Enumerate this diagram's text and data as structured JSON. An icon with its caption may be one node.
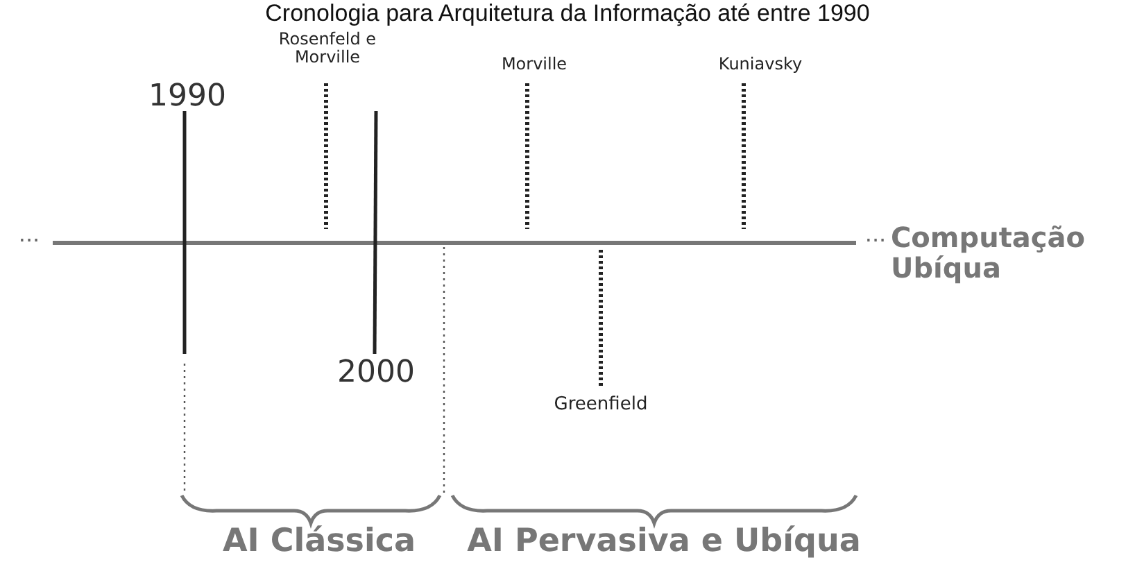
{
  "diagram": {
    "title": "Cronologia para Arquitetura da Informação até entre 1990",
    "labels": [
      "Rosenfeld e Morville",
      "Morville",
      "Kuniavsky",
      "1990",
      "...",
      "...",
      "Computação Ubíqua",
      "2000",
      "Greenfield",
      "AI Clássica",
      "AI Pervasiva e Ubíqua"
    ]
  }
}
